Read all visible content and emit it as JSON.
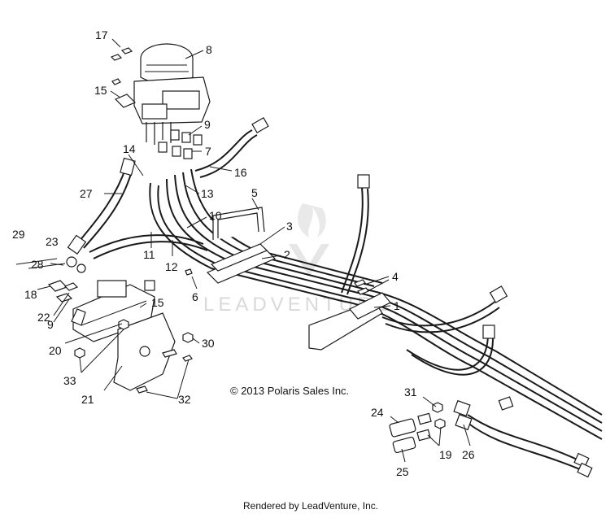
{
  "copyright": "© 2013 Polaris Sales Inc.",
  "footer": "Rendered by LeadVenture, Inc.",
  "watermark": "LEADVENTURE",
  "callouts": {
    "c1": "1",
    "c2": "2",
    "c3": "3",
    "c4": "4",
    "c5": "5",
    "c6": "6",
    "c7": "7",
    "c8": "8",
    "c9a": "9",
    "c9b": "9",
    "c10": "10",
    "c11": "11",
    "c12": "12",
    "c13": "13",
    "c14": "14",
    "c15a": "15",
    "c15b": "15",
    "c16": "16",
    "c17": "17",
    "c18": "18",
    "c19": "19",
    "c20": "20",
    "c21": "21",
    "c22": "22",
    "c23": "23",
    "c24": "24",
    "c25": "25",
    "c26": "26",
    "c27": "27",
    "c28": "28",
    "c29": "29",
    "c30": "30",
    "c31": "31",
    "c32": "32",
    "c33": "33"
  }
}
